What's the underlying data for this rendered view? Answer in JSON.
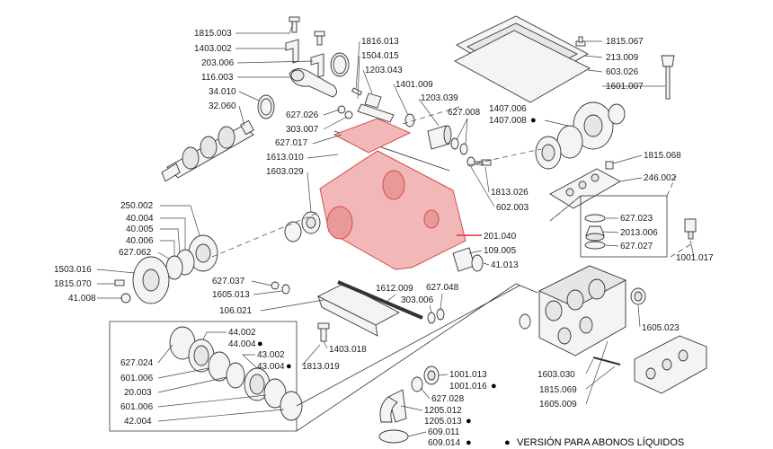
{
  "labels": {
    "p1815_003": "1815.003",
    "p1403_002": "1403.002",
    "p203_006": "203.006",
    "p116_003": "116.003",
    "p34_010": "34.010",
    "p32_060": "32.060",
    "p1816_013": "1816.013",
    "p1504_015": "1504.015",
    "p1203_043": "1203.043",
    "p1401_009": "1401.009",
    "p1203_039": "1203.039",
    "p627_026": "627.026",
    "p303_007": "303.007",
    "p627_017": "627.017",
    "p627_008": "627.008",
    "p1613_010": "1613.010",
    "p1603_029": "1603.029",
    "p1815_067": "1815.067",
    "p213_009": "213.009",
    "p603_026": "603.026",
    "p1601_007": "1601.007",
    "p1407_006": "1407.006",
    "p1407_008": "1407.008",
    "p1815_068": "1815.068",
    "p246_002": "246.002",
    "p1813_026": "1813.026",
    "p602_003": "602.003",
    "p250_002": "250.002",
    "p40_004": "40.004",
    "p40_005": "40.005",
    "p40_006": "40.006",
    "p627_062": "627.062",
    "p1503_016": "1503.016",
    "p1815_070": "1815.070",
    "p41_008": "41.008",
    "p201_040": "201.040",
    "p109_005": "109.005",
    "p41_013": "41.013",
    "p627_023": "627.023",
    "p2013_006": "2013.006",
    "p627_027": "627.027",
    "p1001_017": "1001.017",
    "p627_037": "627.037",
    "p1605_013": "1605.013",
    "p106_021": "106.021",
    "p1612_009": "1612.009",
    "p303_006": "303.006",
    "p627_048": "627.048",
    "p1403_018": "1403.018",
    "p1813_019": "1813.019",
    "p44_002": "44.002",
    "p44_004": "44.004",
    "p43_002": "43.002",
    "p43_004": "43.004",
    "p627_024": "627.024",
    "p601_006a": "601.006",
    "p20_003": "20.003",
    "p601_006b": "601.006",
    "p42_004": "42.004",
    "p1001_013": "1001.013",
    "p1001_016": "1001.016",
    "p627_028": "627.028",
    "p1205_012": "1205.012",
    "p1205_013": "1205.013",
    "p609_011": "609.011",
    "p609_014": "609.014",
    "p1605_023": "1605.023",
    "p1603_030": "1603.030",
    "p1815_069": "1815.069",
    "p1605_009": "1605.009"
  },
  "legend": {
    "bullet": "●",
    "text": "VERSIÓN PARA ABONOS LÍQUIDOS"
  },
  "colors": {
    "highlight_fill": "#f2b8b8",
    "highlight_stroke": "#d94a4a",
    "highlight_leader": "#e03030",
    "ink": "#333333"
  }
}
